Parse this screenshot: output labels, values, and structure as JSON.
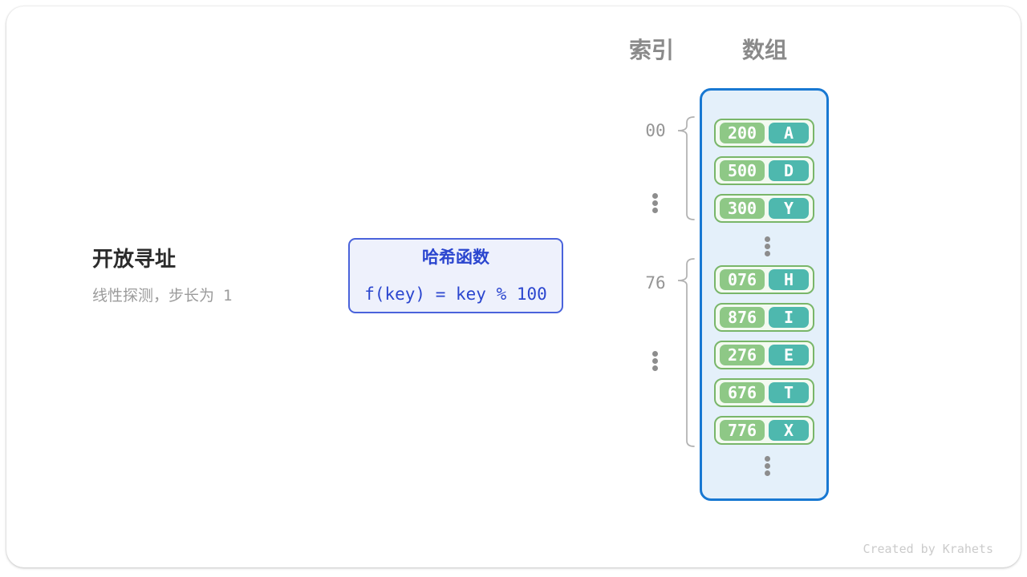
{
  "page": {
    "title": "开放寻址",
    "subtitle_text": "线性探测，步长为",
    "subtitle_value": "1",
    "credit": "Created by Krahets"
  },
  "hash_box": {
    "title": "哈希函数",
    "formula": "f(key) = key % 100"
  },
  "headers": {
    "index": "索引",
    "array": "数组"
  },
  "index_labels": [
    {
      "label": "00"
    },
    {
      "label": "76"
    }
  ],
  "buckets": [
    {
      "key": "200",
      "value": "A"
    },
    {
      "key": "500",
      "value": "D"
    },
    {
      "key": "300",
      "value": "Y"
    },
    {
      "key": "076",
      "value": "H"
    },
    {
      "key": "876",
      "value": "I"
    },
    {
      "key": "276",
      "value": "E"
    },
    {
      "key": "676",
      "value": "T"
    },
    {
      "key": "776",
      "value": "X"
    }
  ],
  "icons": {
    "vertical_ellipsis": "⋮",
    "range_brace": "{"
  },
  "colors": {
    "array_border": "#1878d2",
    "array_background": "#e4f0fa",
    "cell_border": "#79b669",
    "key_background": "#8ec886",
    "value_background": "#4eb8ae",
    "hash_box_border": "#4a63db",
    "hash_box_background": "#eef1fc",
    "hash_box_text": "#2b46cf",
    "title_text": "#2b2b2b",
    "muted_text": "#9b9b9b",
    "header_text": "#8a8a8a",
    "credit_text": "#cbcbcb"
  }
}
